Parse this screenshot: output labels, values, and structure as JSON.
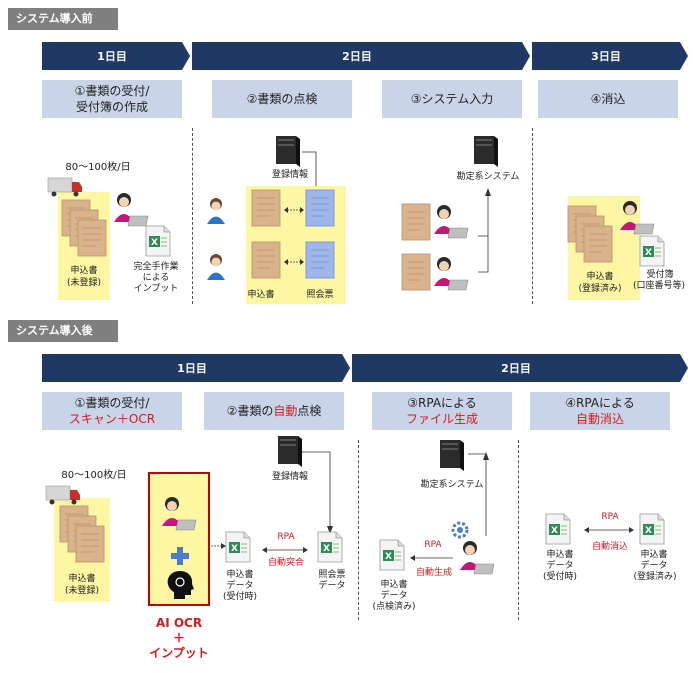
{
  "before": {
    "tag": "システム導入前",
    "days": [
      "1日目",
      "2日目",
      "3日目"
    ],
    "steps": [
      {
        "line1": "①書類の受付/",
        "line2": "受付簿の作成"
      },
      {
        "line1": "②書類の点検"
      },
      {
        "line1": "③システム入力"
      },
      {
        "line1": "④消込"
      }
    ],
    "volume": "80～100枚/日",
    "app_form_label": "申込書",
    "app_form_status": "(未登録)",
    "manual_line1": "完全手作業",
    "manual_line2": "による",
    "manual_line3": "インプット",
    "reg_info": "登録情報",
    "app_form2": "申込書",
    "ref_slip": "照会票",
    "accounting_system": "勘定系システム",
    "app_form3": "申込書",
    "app_form3_status": "(登録済み)",
    "ledger_line1": "受付簿",
    "ledger_line2": "(口座番号等)"
  },
  "after": {
    "tag": "システム導入後",
    "days": [
      "1日目",
      "2日目"
    ],
    "steps": [
      {
        "line1": "①書類の受付/",
        "line2": "スキャン＋OCR"
      },
      {
        "line1_pre": "②書類の",
        "line1_red": "自動",
        "line1_post": "点検"
      },
      {
        "line1": "③RPAによる",
        "line2": "ファイル生成"
      },
      {
        "line1": "④RPAによる",
        "line2": "自動消込"
      }
    ],
    "volume": "80～100枚/日",
    "app_form_label": "申込書",
    "app_form_status": "(未登録)",
    "ai_ocr_line1": "AI OCR",
    "ai_ocr_line2": "＋",
    "ai_ocr_line3": "インプット",
    "reg_info": "登録情報",
    "data1_line1": "申込書",
    "data1_line2": "データ",
    "data1_line3": "(受付時)",
    "rpa1": "RPA",
    "rpa1_action": "自動突合",
    "ref_data_line1": "照会票",
    "ref_data_line2": "データ",
    "accounting_system": "勘定系システム",
    "rpa2": "RPA",
    "rpa2_action": "自動生成",
    "data2_line1": "申込書",
    "data2_line2": "データ",
    "data2_line3": "(点検済み)",
    "rpa3": "RPA",
    "rpa3_action": "自動消込",
    "data3_line1": "申込書",
    "data3_line2": "データ",
    "data3_line3": "(受付時)",
    "data4_line1": "申込書",
    "data4_line2": "データ",
    "data4_line3": "(登録済み)"
  },
  "colors": {
    "band": "#1f3864",
    "step": "#c9d4e8",
    "highlight": "#fdf6a3",
    "accent": "#d11d1d"
  }
}
